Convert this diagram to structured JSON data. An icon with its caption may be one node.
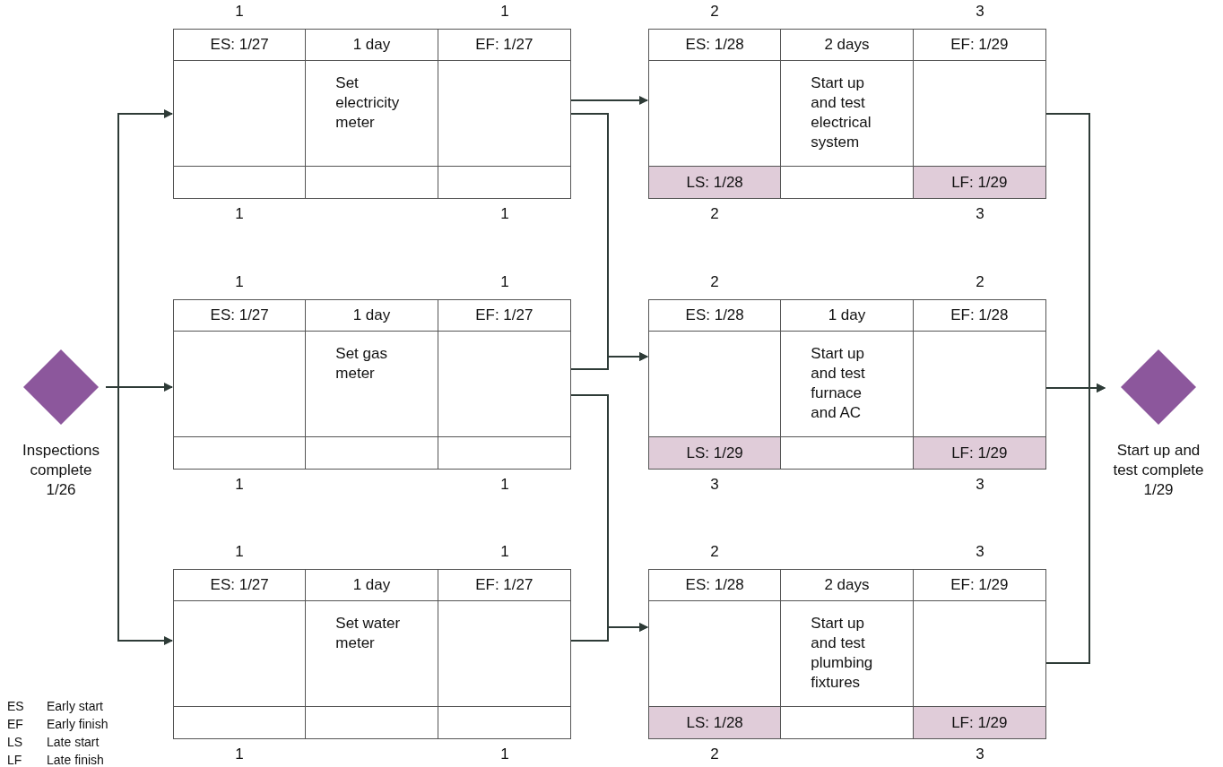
{
  "diagram": {
    "nodes": [
      {
        "text": [
          "Inspections complete 1/26"
        ]
      },
      {
        "text": [
          "ES: 1/27",
          "1 day",
          "EF: 1/27",
          "Set electricity meter"
        ],
        "beside": [
          "1",
          "1",
          "1",
          "1"
        ]
      },
      {
        "text": [
          "ES: 1/27",
          "1 day",
          "EF: 1/27",
          "Set gas meter"
        ],
        "beside": [
          "1",
          "1",
          "1",
          "1"
        ]
      },
      {
        "text": [
          "ES: 1/27",
          "1 day",
          "EF: 1/27",
          "Set water meter"
        ],
        "beside": [
          "1",
          "1",
          "1",
          "1"
        ]
      },
      {
        "text": [
          "ES: 1/28",
          "2 days",
          "EF: 1/29",
          "Start up and test electrical system",
          "LS: 1/28",
          "LF: 1/29"
        ],
        "beside": [
          "2",
          "3",
          "2",
          "3"
        ]
      },
      {
        "text": [
          "ES: 1/28",
          "1 day",
          "EF: 1/28",
          "Start up and test furnace and AC",
          "LS: 1/29",
          "LF: 1/29"
        ],
        "beside": [
          "2",
          "2",
          "3",
          "3"
        ]
      },
      {
        "text": [
          "ES: 1/28",
          "2 days",
          "EF: 1/29",
          "Start up and test plumbing fixtures",
          "LS: 1/28",
          "LF: 1/29"
        ],
        "beside": [
          "2",
          "3",
          "2",
          "3"
        ]
      },
      {
        "text": [
          "Start up and test complete 1/29"
        ]
      }
    ],
    "edges": [
      {
        "from": 0,
        "to": 1,
        "arrow": "to"
      },
      {
        "from": 0,
        "to": 2,
        "arrow": "to"
      },
      {
        "from": 0,
        "to": 3,
        "arrow": "to"
      },
      {
        "from": 1,
        "to": 4,
        "arrow": "to"
      },
      {
        "from": 1,
        "to": 5,
        "arrow": "to"
      },
      {
        "from": 2,
        "to": 5,
        "arrow": "to"
      },
      {
        "from": 2,
        "to": 6,
        "arrow": "to"
      },
      {
        "from": 3,
        "to": 6,
        "arrow": "to"
      },
      {
        "from": 4,
        "to": 7,
        "arrow": "to"
      },
      {
        "from": 5,
        "to": 7,
        "arrow": "to"
      },
      {
        "from": 6,
        "to": 7,
        "arrow": "to"
      }
    ],
    "labels": [
      "ES",
      "Early start",
      "EF",
      "Early finish",
      "LS",
      "Late start",
      "LF",
      "Late finish"
    ]
  }
}
